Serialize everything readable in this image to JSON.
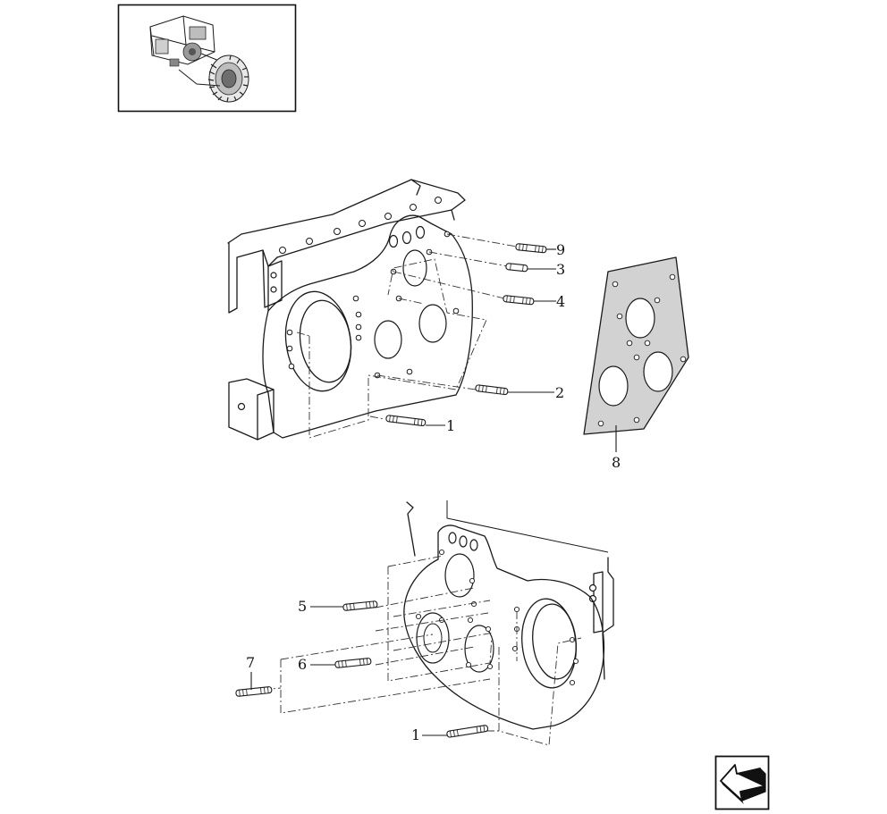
{
  "diagram": {
    "part_labels": {
      "upper": [
        "9",
        "3",
        "4",
        "2",
        "1",
        "8"
      ],
      "lower": [
        "5",
        "7",
        "6",
        "1"
      ]
    },
    "colors": {
      "line": "#1a1a1a",
      "gasket_fill": "#d2d2d2",
      "background": "#ffffff"
    },
    "icons": {
      "thumbnail": "tractor-transmission-thumbnail-icon",
      "navigation": "back-arrow-icon"
    }
  }
}
